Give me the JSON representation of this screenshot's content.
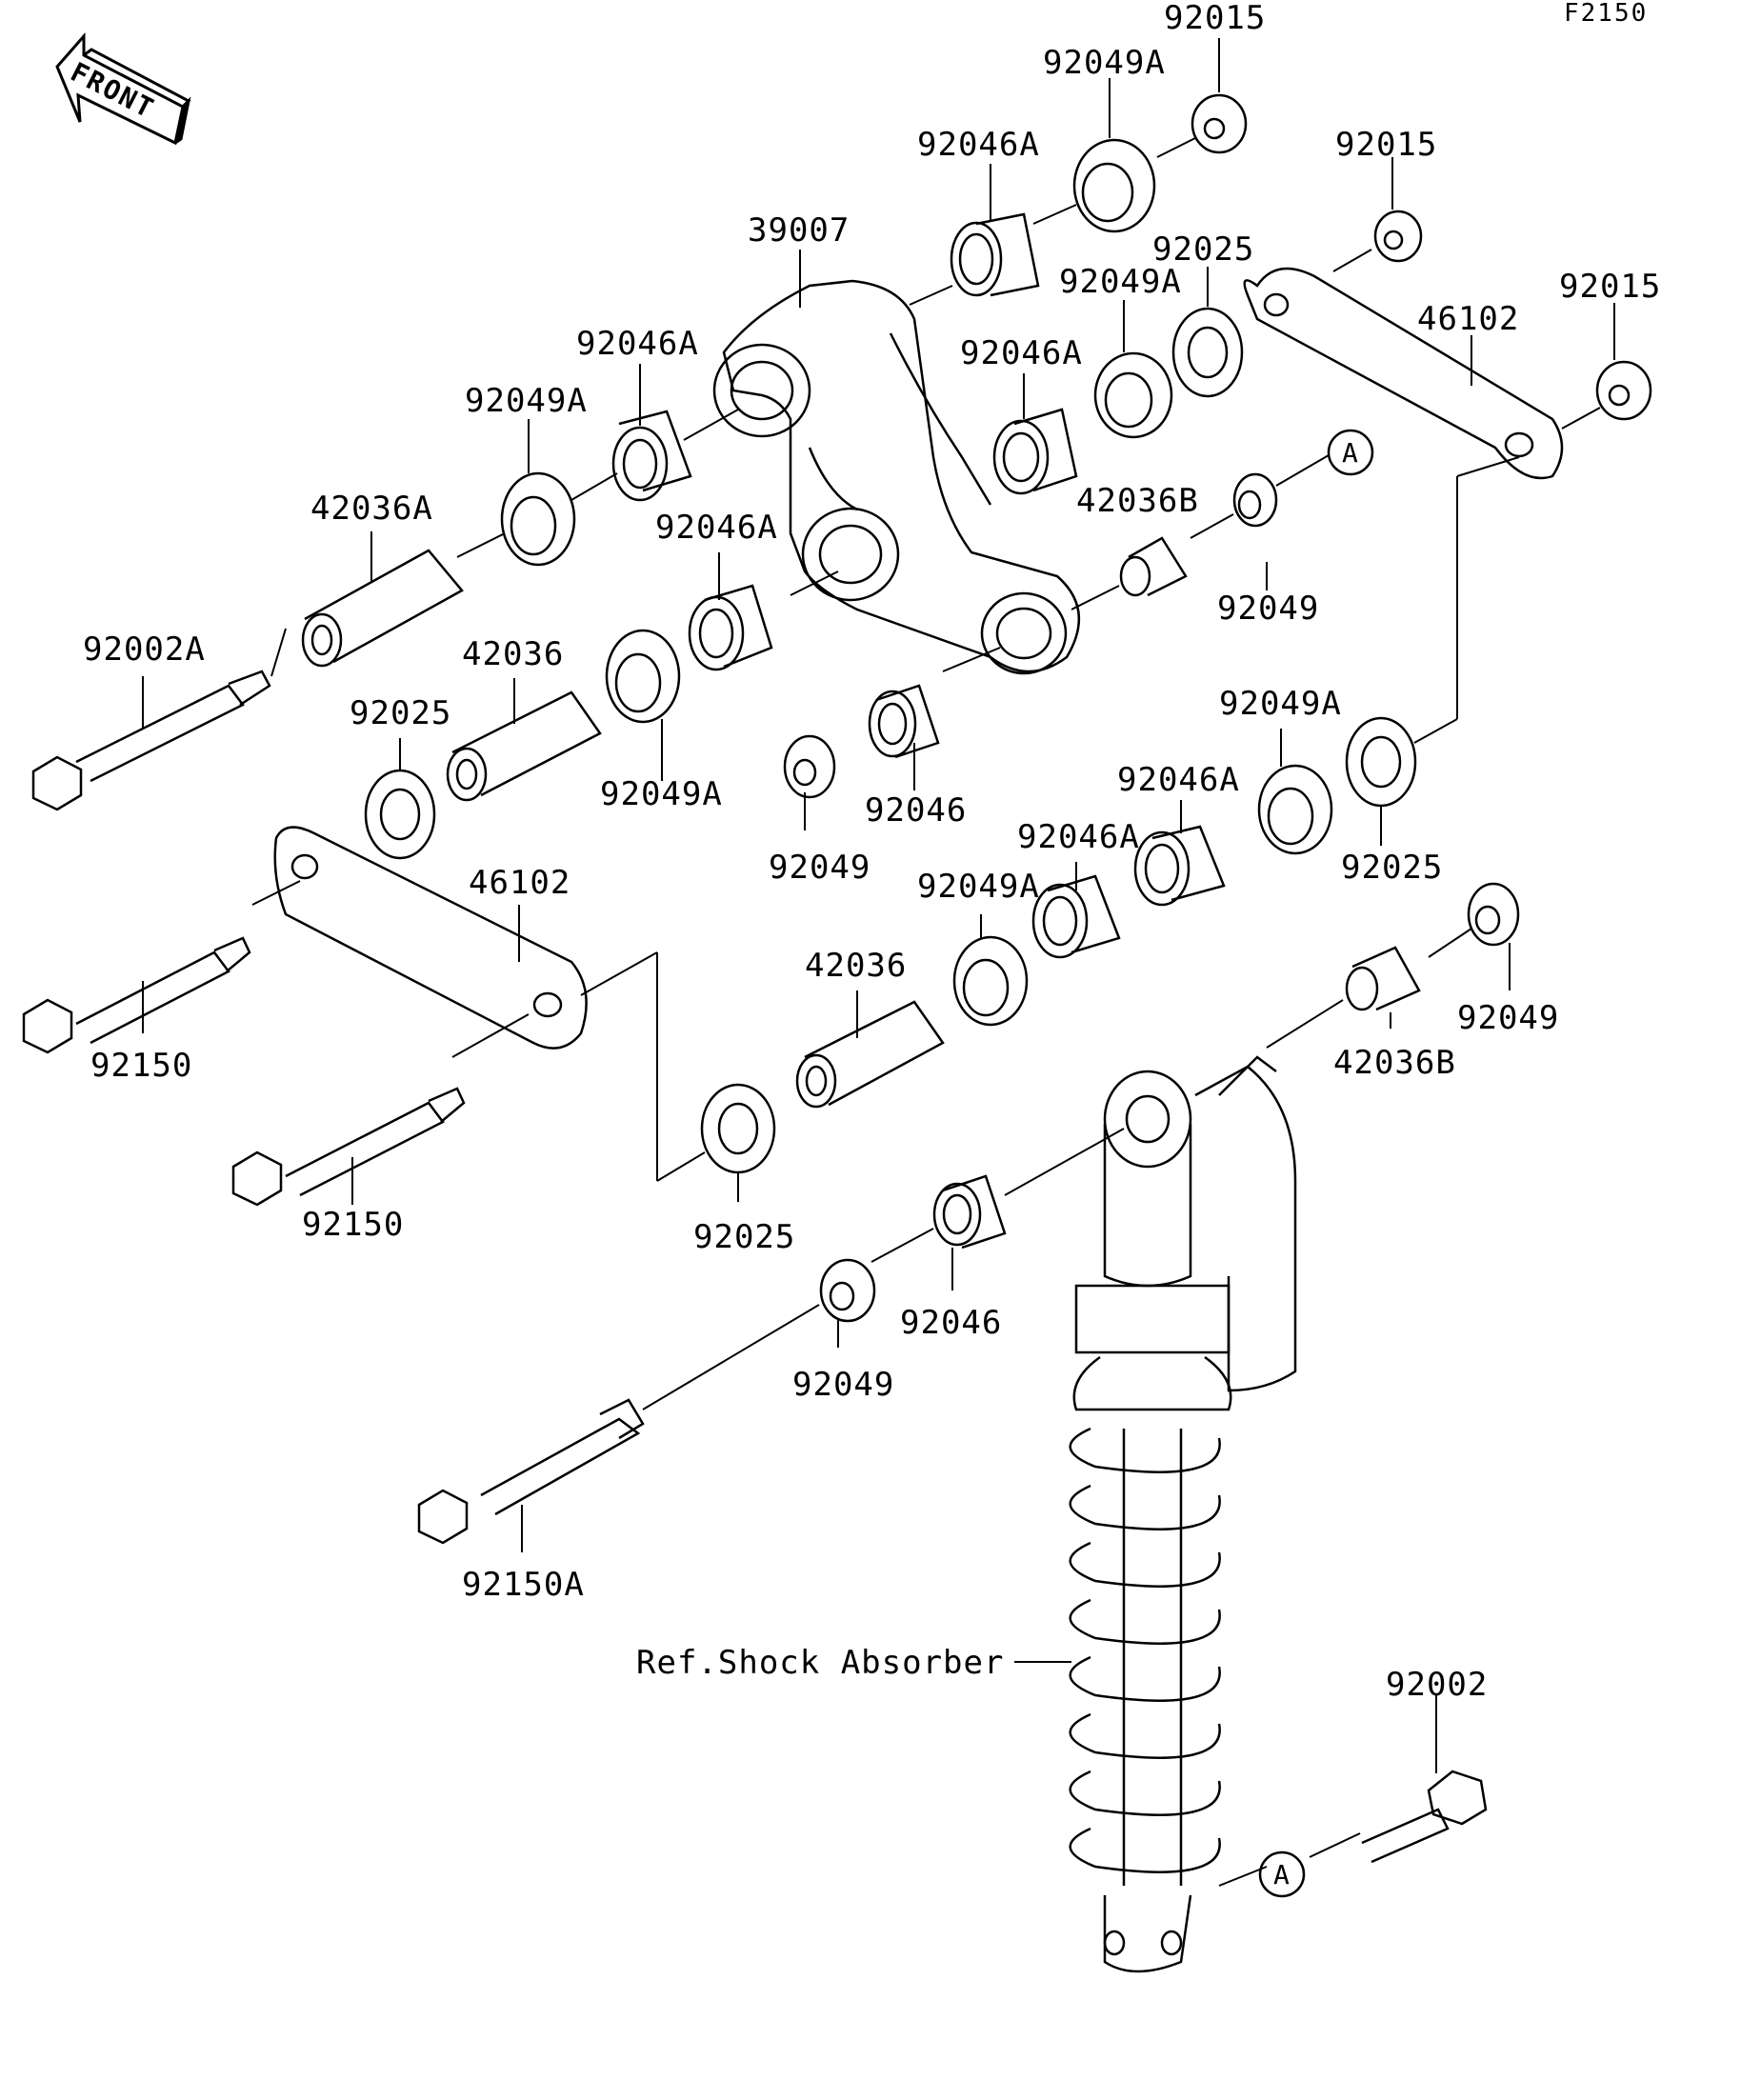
{
  "figure_code": "F2150",
  "front_label": "FRONT",
  "reference_label": "Ref.Shock Absorber",
  "connector_marks": [
    "A",
    "A"
  ],
  "part_labels": [
    "92015",
    "92049A",
    "92046A",
    "92015",
    "39007",
    "92025",
    "92049A",
    "92015",
    "46102",
    "92046A",
    "92046A",
    "92049A",
    "42036A",
    "A",
    "42036B",
    "92046A",
    "92049",
    "92002A",
    "42036",
    "92025",
    "92049A",
    "92049A",
    "92046",
    "92046A",
    "92049",
    "92025",
    "92046A",
    "46102",
    "92049A",
    "42036",
    "92150",
    "92049",
    "42036B",
    "92150",
    "92025",
    "92046",
    "92049",
    "92150A",
    "92002"
  ]
}
